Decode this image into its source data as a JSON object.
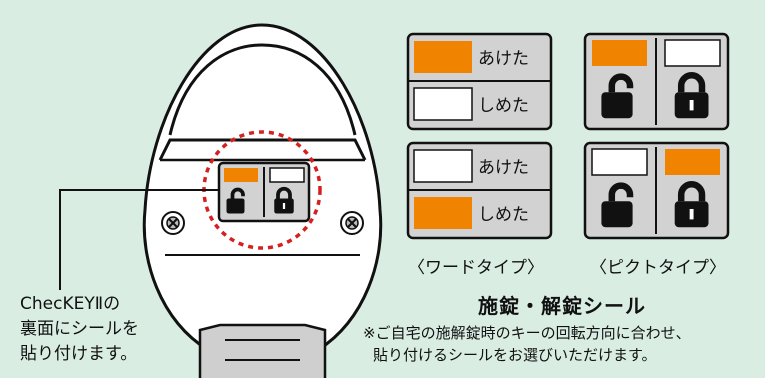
{
  "callout": {
    "line1": "ChecKEYⅡの",
    "line2": "裏面にシールを",
    "line3": "貼り付けます。"
  },
  "word_type": {
    "caption": "〈ワードタイプ〉",
    "card_top": {
      "row1_label": "あけた",
      "row2_label": "しめた",
      "highlight": "あけた"
    },
    "card_bottom": {
      "row1_label": "あけた",
      "row2_label": "しめた",
      "highlight": "しめた"
    }
  },
  "pict_type": {
    "caption": "〈ピクトタイプ〉",
    "card_top": {
      "highlight": "unlocked"
    },
    "card_bottom": {
      "highlight": "locked"
    }
  },
  "heading": "施錠・解錠シール",
  "note": {
    "line1": "※ご自宅の施解錠時のキーの回転方向に合わせ、",
    "line2": "貼り付けるシールをお選びいただけます。"
  },
  "colors": {
    "background": "#d9ede3",
    "accent": "#f08300",
    "card_bg": "#d2d2d2",
    "dashed_circle": "#d62020"
  },
  "icons": [
    "unlocked-padlock-icon",
    "locked-padlock-icon",
    "screw-icon"
  ]
}
